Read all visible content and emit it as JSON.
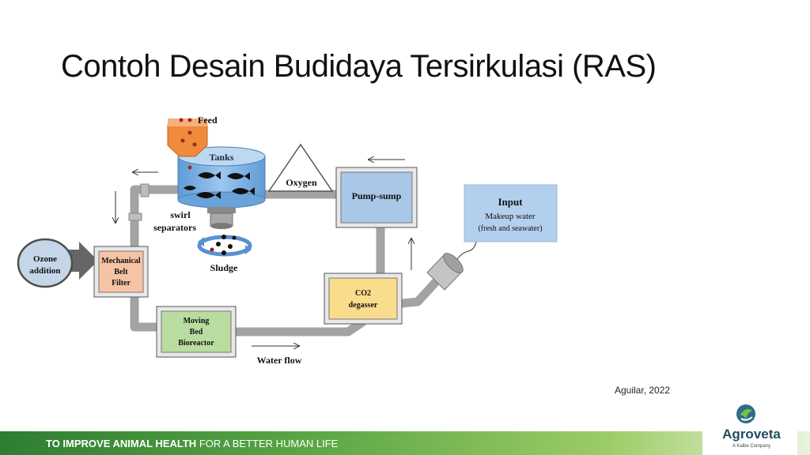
{
  "slide": {
    "title": "Contoh Desain Budidaya Tersirkulasi (RAS)",
    "citation": "Aguilar, 2022"
  },
  "diagram": {
    "feed": "Feed",
    "tanks": "Tanks",
    "oxygen": "Oxygen",
    "pump_sump": "Pump-sump",
    "input_title": "Input",
    "input_line1": "Makeup water",
    "input_line2": "(fresh and seawater)",
    "swirl_line1": "swirl",
    "swirl_line2": "separators",
    "sludge": "Sludge",
    "ozone_line1": "Ozone",
    "ozone_line2": "addition",
    "mbf_line1": "Mechanical",
    "mbf_line2": "Belt",
    "mbf_line3": "Filter",
    "co2_line1": "CO2",
    "co2_line2": "degasser",
    "mbbr_line1": "Moving",
    "mbbr_line2": "Bed",
    "mbbr_line3": "Bioreactor",
    "water_flow": "Water flow"
  },
  "footer": {
    "tagline_strong": "TO IMPROVE ANIMAL HEALTH",
    "tagline_rest": " FOR A BETTER HUMAN LIFE",
    "logo_name": "Agroveta",
    "logo_sub": "A Kalbe Company"
  },
  "colors": {
    "footer_green": "#56a343",
    "pump_box": "#a9c8e8",
    "input_box": "#b3cfee",
    "mbf_box": "#f6c3a6",
    "co2_box": "#f9dc8c",
    "mbbr_box": "#b9dca0",
    "pipe": "#a6a6a6",
    "tank_water": "#7fb3e6",
    "feed_hopper": "#f08a3c"
  }
}
